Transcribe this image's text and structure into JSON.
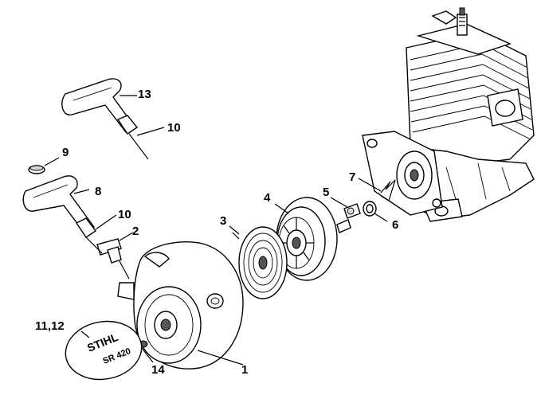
{
  "callouts": {
    "c1": "1",
    "c2": "2",
    "c3": "3",
    "c4": "4",
    "c5": "5",
    "c6": "6",
    "c7": "7",
    "c8": "8",
    "c9": "9",
    "c10a": "10",
    "c10b": "10",
    "c11_12": "11,12",
    "c13": "13",
    "c14": "14"
  },
  "decal": {
    "brand": "STIHL",
    "model": "SR 420"
  }
}
